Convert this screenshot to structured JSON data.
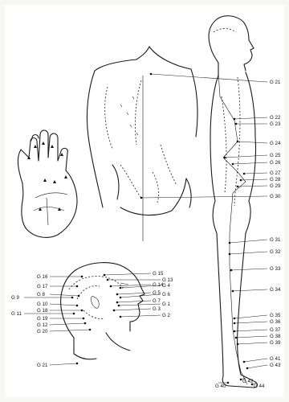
{
  "diagram": {
    "meridian_points": {
      "trunk_and_leg": [
        "G 21",
        "G 22",
        "G 23",
        "G 24",
        "G 25",
        "G 26",
        "G 27",
        "G 28",
        "G 29",
        "G 30",
        "G 31",
        "G 32",
        "G 33",
        "G 34",
        "G 35",
        "G 36",
        "G 37",
        "G 38",
        "G 39",
        "G 41",
        "G 43",
        "G 40",
        "G 42",
        "G 44"
      ],
      "head_left": [
        "G 16",
        "G 17",
        "G 9",
        "G 8",
        "G 10",
        "G 11",
        "G 18",
        "G 19",
        "G 12",
        "G 20",
        "G 21"
      ],
      "head_right": [
        "G 15",
        "G 13",
        "G 14",
        "G 4",
        "G 5",
        "G 6",
        "G 7",
        "G 1",
        "G 3",
        "G 2"
      ]
    }
  }
}
